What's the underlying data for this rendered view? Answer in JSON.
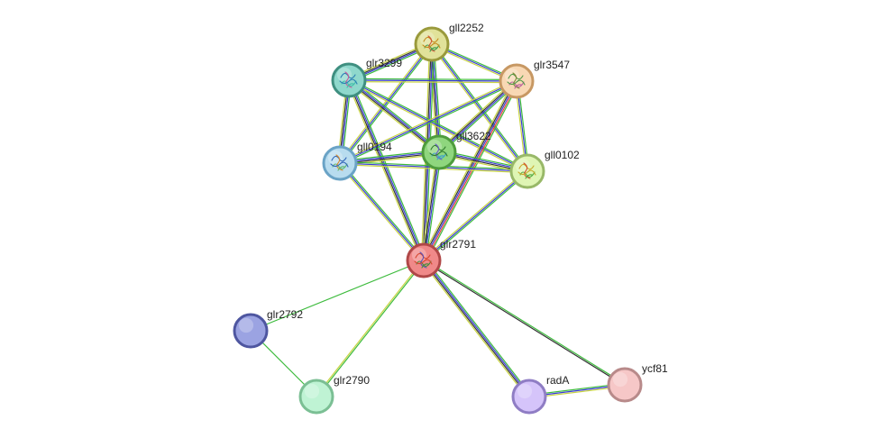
{
  "network": {
    "nodes": [
      {
        "id": "gll2252",
        "label": "gll2252",
        "fill": "#e1e29a",
        "stroke": "#9a9a3c",
        "structure": true,
        "glyph_colors": [
          "#c58b1d",
          "#3a9c4b",
          "#d1553a"
        ]
      },
      {
        "id": "glr3299",
        "label": "glr3299",
        "fill": "#8fd8cc",
        "stroke": "#3f8f80",
        "structure": true,
        "glyph_colors": [
          "#2b7fb5",
          "#3fbfa9",
          "#c65b9b"
        ]
      },
      {
        "id": "glr3547",
        "label": "glr3547",
        "fill": "#f8d8b4",
        "stroke": "#c79863",
        "structure": true,
        "glyph_colors": [
          "#4f9a47",
          "#b85c9e",
          "#7f8a39"
        ]
      },
      {
        "id": "gll0194",
        "label": "gll0194",
        "fill": "#b8dcef",
        "stroke": "#6aa3c6",
        "structure": true,
        "glyph_colors": [
          "#3266b8",
          "#5cb86b",
          "#d68a2f"
        ]
      },
      {
        "id": "gll3622",
        "label": "gll3622",
        "fill": "#8fd67e",
        "stroke": "#4e9c3d",
        "structure": true,
        "glyph_colors": [
          "#2f7a2c",
          "#3a9fd0",
          "#6b5bc4"
        ]
      },
      {
        "id": "gll0102",
        "label": "gll0102",
        "fill": "#dff5b4",
        "stroke": "#98b868",
        "structure": true,
        "glyph_colors": [
          "#c9a82a",
          "#4fa83e",
          "#d2502e"
        ]
      },
      {
        "id": "glr2791",
        "label": "glr2791",
        "fill": "#f08989",
        "stroke": "#b04848",
        "structure": true,
        "glyph_colors": [
          "#d6452e",
          "#3f8f3a",
          "#5b51b5"
        ]
      },
      {
        "id": "glr2792",
        "label": "glr2792",
        "fill": "#9ba3e2",
        "stroke": "#4e56a0",
        "structure": false
      },
      {
        "id": "glr2790",
        "label": "glr2790",
        "fill": "#bff3d4",
        "stroke": "#7bbf94",
        "structure": false
      },
      {
        "id": "radA",
        "label": "radA",
        "fill": "#d5c4fa",
        "stroke": "#8f7dc4",
        "structure": false
      },
      {
        "id": "ycf81",
        "label": "ycf81",
        "fill": "#f6c7c7",
        "stroke": "#b88a8a",
        "structure": false
      }
    ],
    "edges": [
      {
        "source": "gll2252",
        "target": "glr3299",
        "evidence": [
          "green",
          "blue",
          "black",
          "yellow"
        ]
      },
      {
        "source": "gll2252",
        "target": "glr3547",
        "evidence": [
          "green",
          "blue",
          "yellow"
        ]
      },
      {
        "source": "gll2252",
        "target": "gll0194",
        "evidence": [
          "green",
          "blue",
          "yellow"
        ]
      },
      {
        "source": "gll2252",
        "target": "gll3622",
        "evidence": [
          "green",
          "blue",
          "black",
          "yellow"
        ]
      },
      {
        "source": "gll2252",
        "target": "gll0102",
        "evidence": [
          "green",
          "blue",
          "yellow"
        ]
      },
      {
        "source": "gll2252",
        "target": "glr2791",
        "evidence": [
          "green",
          "blue",
          "black",
          "yellow"
        ]
      },
      {
        "source": "glr3299",
        "target": "glr3547",
        "evidence": [
          "green",
          "blue",
          "yellow"
        ]
      },
      {
        "source": "glr3299",
        "target": "gll0194",
        "evidence": [
          "green",
          "blue",
          "black",
          "yellow"
        ]
      },
      {
        "source": "glr3299",
        "target": "gll3622",
        "evidence": [
          "green",
          "blue",
          "black",
          "yellow"
        ]
      },
      {
        "source": "glr3299",
        "target": "gll0102",
        "evidence": [
          "green",
          "blue",
          "yellow"
        ]
      },
      {
        "source": "glr3299",
        "target": "glr2791",
        "evidence": [
          "green",
          "blue",
          "black",
          "yellow"
        ]
      },
      {
        "source": "glr3547",
        "target": "gll0194",
        "evidence": [
          "green",
          "blue",
          "yellow"
        ]
      },
      {
        "source": "glr3547",
        "target": "gll3622",
        "evidence": [
          "green",
          "blue",
          "black",
          "yellow"
        ]
      },
      {
        "source": "glr3547",
        "target": "gll0102",
        "evidence": [
          "green",
          "blue",
          "yellow"
        ]
      },
      {
        "source": "glr3547",
        "target": "glr2791",
        "evidence": [
          "green",
          "red",
          "blue",
          "black",
          "yellow"
        ]
      },
      {
        "source": "gll0194",
        "target": "gll3622",
        "evidence": [
          "green",
          "blue",
          "black",
          "yellow"
        ]
      },
      {
        "source": "gll0194",
        "target": "gll0102",
        "evidence": [
          "green",
          "blue",
          "yellow"
        ]
      },
      {
        "source": "gll0194",
        "target": "glr2791",
        "evidence": [
          "green",
          "blue",
          "yellow"
        ]
      },
      {
        "source": "gll3622",
        "target": "gll0102",
        "evidence": [
          "green",
          "blue",
          "black",
          "yellow"
        ]
      },
      {
        "source": "gll3622",
        "target": "glr2791",
        "evidence": [
          "green",
          "blue",
          "black",
          "yellow"
        ]
      },
      {
        "source": "gll0102",
        "target": "glr2791",
        "evidence": [
          "green",
          "blue",
          "yellow"
        ]
      },
      {
        "source": "glr2791",
        "target": "glr2792",
        "evidence": [
          "green"
        ]
      },
      {
        "source": "glr2791",
        "target": "glr2790",
        "evidence": [
          "green",
          "yellow"
        ]
      },
      {
        "source": "glr2791",
        "target": "radA",
        "evidence": [
          "green",
          "blue",
          "black",
          "yellow"
        ]
      },
      {
        "source": "glr2791",
        "target": "ycf81",
        "evidence": [
          "green",
          "black"
        ]
      },
      {
        "source": "glr2792",
        "target": "glr2790",
        "evidence": [
          "green"
        ]
      },
      {
        "source": "radA",
        "target": "ycf81",
        "evidence": [
          "green",
          "blue",
          "yellow"
        ]
      }
    ],
    "evidence_colors": {
      "green": "#3dbb3d",
      "red": "#e8423c",
      "blue": "#3a3ad8",
      "black": "#333333",
      "yellow": "#c8d442"
    }
  }
}
